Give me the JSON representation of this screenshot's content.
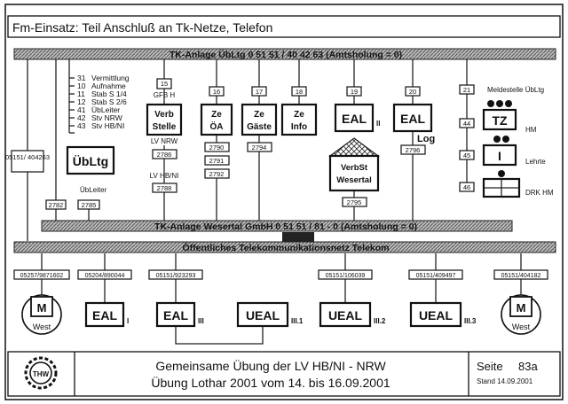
{
  "header_title": "Fm-Einsatz: Teil Anschluß an Tk-Netze, Telefon",
  "bus_top": "TK-Anlage ÜbLtg 0 51 51 / 40 42 63  (Amtsholung = 0)",
  "bus_mid": "TK-Anlage Wesertal GmbH  0 51 51 / 81 - 0  (Amtsholung = 0)",
  "bus_bottom": "Öffentliches Telekommunikationsnetz Telekom",
  "legend": [
    {
      "num": "31",
      "label": "Vermittlung"
    },
    {
      "num": "10",
      "label": "Aufnahme"
    },
    {
      "num": "11",
      "label": "Stab S 1/4"
    },
    {
      "num": "12",
      "label": "Stab S 2/6"
    },
    {
      "num": "41",
      "label": "ÜbLeiter"
    },
    {
      "num": "42",
      "label": "Stv NRW"
    },
    {
      "num": "43",
      "label": "Stv HB/NI"
    }
  ],
  "ext_left": "05151/ 404263",
  "ubltg": {
    "label": "ÜbLtg",
    "sub": "ÜbLeiter",
    "ext1": "2782",
    "ext2": "2785"
  },
  "gfb": {
    "ext": "15",
    "label": "GFB H"
  },
  "verb": {
    "label1": "Verb",
    "label2": "Stelle",
    "nrw": "LV NRW",
    "ext_nrw": "2786",
    "hbni": "LV HB/NI",
    "ext_hbni": "2788"
  },
  "ze_oa": {
    "ext": "16",
    "label1": "Ze",
    "label2": "ÖA",
    "ext_a": "2790",
    "ext_b": "2791",
    "ext_c": "2792"
  },
  "ze_gaeste": {
    "ext": "17",
    "label1": "Ze",
    "label2": "Gäste",
    "ext_a": "2794"
  },
  "ze_info": {
    "ext": "18",
    "label1": "Ze",
    "label2": "Info"
  },
  "eal2": {
    "ext": "19",
    "label": "EAL",
    "roman": "II"
  },
  "verbst": {
    "label1": "VerbSt",
    "label2": "Wesertal",
    "ext": "2795"
  },
  "eal_log": {
    "ext": "20",
    "label": "EAL",
    "sub": "Log",
    "ext_a": "2796"
  },
  "meldestelle": {
    "title": "Meldestelle ÜbLtg",
    "ext_top": "21",
    "ext_a": "44",
    "ext_b": "45",
    "ext_c": "46",
    "tz": "TZ",
    "tz_label": "HM",
    "i": "I",
    "i_label": "Lehrte",
    "drk_label": "DRK HM"
  },
  "telekom_nodes": [
    {
      "num": "05257/9871602",
      "label": "M",
      "sub": "West"
    },
    {
      "num": "05204/890044",
      "label": "EAL",
      "roman": "I"
    },
    {
      "num": "05151/923293",
      "label": "EAL",
      "roman": "III"
    },
    {
      "num": "",
      "label": "UEAL",
      "roman": "III.1"
    },
    {
      "num": "05151/106039",
      "label": "UEAL",
      "roman": "III.2"
    },
    {
      "num": "05151/409497",
      "label": "UEAL",
      "roman": "III.3"
    },
    {
      "num": "05151/404182",
      "label": "M",
      "sub": "West"
    }
  ],
  "footer": {
    "line1": "Gemeinsame Übung der LV HB/NI - NRW",
    "line2": "Übung Lothar 2001 vom 14. bis 16.09.2001",
    "page_label": "Seite",
    "page_num": "83a",
    "stand": "Stand 14.09.2001",
    "logo_text": "THW"
  }
}
